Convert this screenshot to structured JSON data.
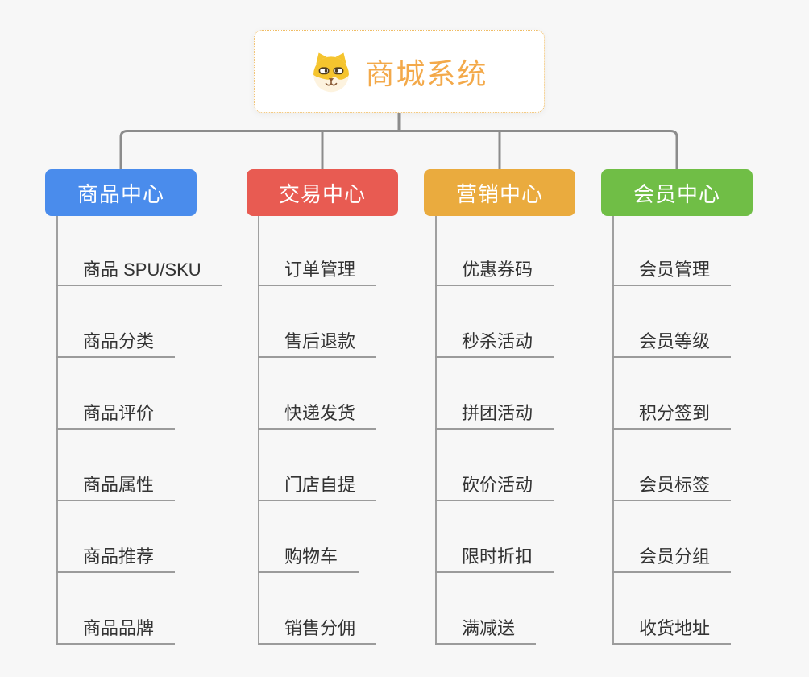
{
  "page": {
    "background_color": "#f7f7f7",
    "connector_color": "#8c8c8c",
    "underline_color": "#9b9b9b"
  },
  "root": {
    "title": "商城系统",
    "icon": "shiba-dog-icon",
    "title_color": "#f3a94a",
    "border_color": "#f0bd66"
  },
  "branches": [
    {
      "label": "商品中心",
      "color": "#4a8cec",
      "children": [
        "商品 SPU/SKU",
        "商品分类",
        "商品评价",
        "商品属性",
        "商品推荐",
        "商品品牌"
      ]
    },
    {
      "label": "交易中心",
      "color": "#e85b52",
      "children": [
        "订单管理",
        "售后退款",
        "快递发货",
        "门店自提",
        "购物车",
        "销售分佣"
      ]
    },
    {
      "label": "营销中心",
      "color": "#eaab3e",
      "children": [
        "优惠券码",
        "秒杀活动",
        "拼团活动",
        "砍价活动",
        "限时折扣",
        "满减送"
      ]
    },
    {
      "label": "会员中心",
      "color": "#70be46",
      "children": [
        "会员管理",
        "会员等级",
        "积分签到",
        "会员标签",
        "会员分组",
        "收货地址"
      ]
    }
  ]
}
